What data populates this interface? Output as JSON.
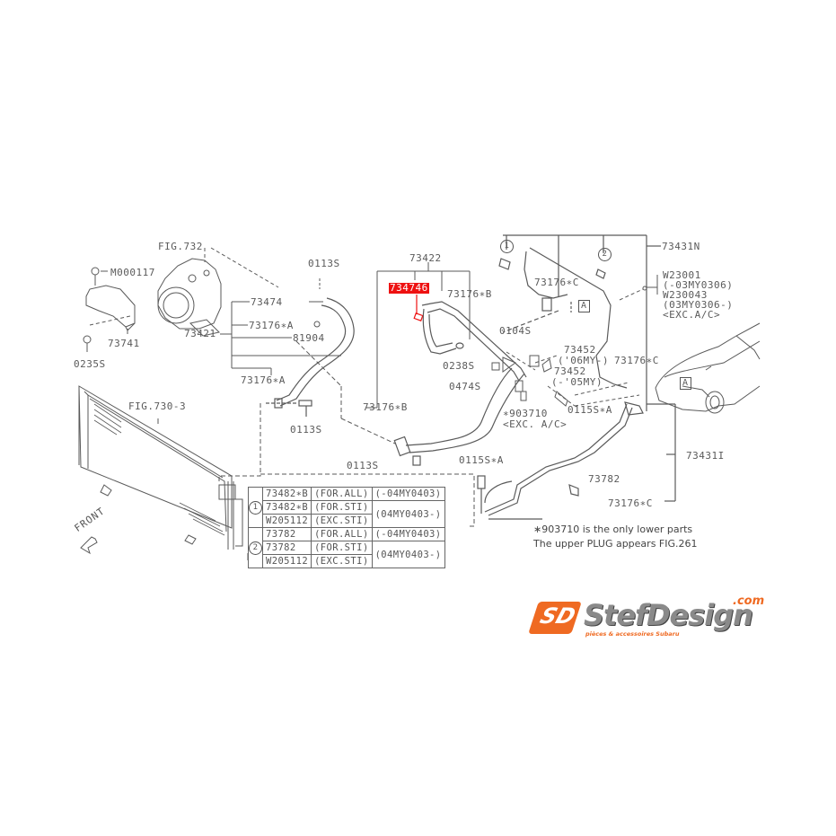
{
  "diagram": {
    "type": "parts-exploded-view",
    "subject": "A/C pipe & hose assembly",
    "highlight_color": "#ee1111",
    "line_color": "#5a5a5a"
  },
  "labels": {
    "fig732": "FIG.732",
    "m000117": "M000117",
    "p73741": "73741",
    "p0235s": "0235S",
    "p0113s_top": "0113S",
    "p73474": "73474",
    "p73176a_1": "73176∗A",
    "p73421": "73421",
    "p81904": "81904",
    "p73176a_2": "73176∗A",
    "p0113s_mid": "0113S",
    "fig730_3": "FIG.730-3",
    "p73422": "73422",
    "p734746": "734746",
    "p73176b_1": "73176∗B",
    "p0238s": "0238S",
    "p0474s": "0474S",
    "p73176b_2": "73176∗B",
    "p0113s_low": "0113S",
    "p0104s": "0104S",
    "p73452_1": "73452",
    "p73452_1_note": "('06MY-)",
    "p73452_2": "73452",
    "p73452_2_note": "(-'05MY)",
    "p903710": "∗903710",
    "p903710_note": "<EXC. A/C>",
    "p0115sa_1": "0115S∗A",
    "p0115sa_2": "0115S∗A",
    "p73176c_1": "73176∗C",
    "p73176c_2": "73176∗C",
    "p73176c_3": "73176∗C",
    "p73431n": "73431N",
    "p73431i": "73431I",
    "p73782": "73782",
    "w23001": "W23001",
    "w23001_note": "(-03MY0306)",
    "w230043": "W230043",
    "w230043_note1": "(03MY0306-)",
    "w230043_note2": "<EXC.A/C>",
    "ref_a": "A",
    "circle_1": "1",
    "circle_2": "2",
    "front": "FRONT"
  },
  "parts_table": {
    "groups": [
      {
        "marker": "1",
        "rows": [
          {
            "part": "73482∗B",
            "app": "(FOR.ALL)",
            "period": "(-04MY0403)"
          },
          {
            "part": "73482∗B",
            "app": "(FOR.STI)",
            "period": "(04MY0403-)"
          },
          {
            "part": "W205112",
            "app": "(EXC.STI)",
            "period": ""
          }
        ]
      },
      {
        "marker": "2",
        "rows": [
          {
            "part": "73782",
            "app": "(FOR.ALL)",
            "period": "(-04MY0403)"
          },
          {
            "part": "73782",
            "app": "(FOR.STI)",
            "period": "(04MY0403-)"
          },
          {
            "part": "W205112",
            "app": "(EXC.STI)",
            "period": ""
          }
        ]
      }
    ]
  },
  "notes": {
    "line1": "∗903710 is the only lower parts",
    "line2": "The upper PLUG appears FIG.261"
  },
  "logo": {
    "mark": "SD",
    "brand": "StefDesign",
    "tld": ".com",
    "tagline": "pièces & accessoires Subaru",
    "accent_color": "#ef6a22",
    "text_color": "#8a8a8a"
  }
}
